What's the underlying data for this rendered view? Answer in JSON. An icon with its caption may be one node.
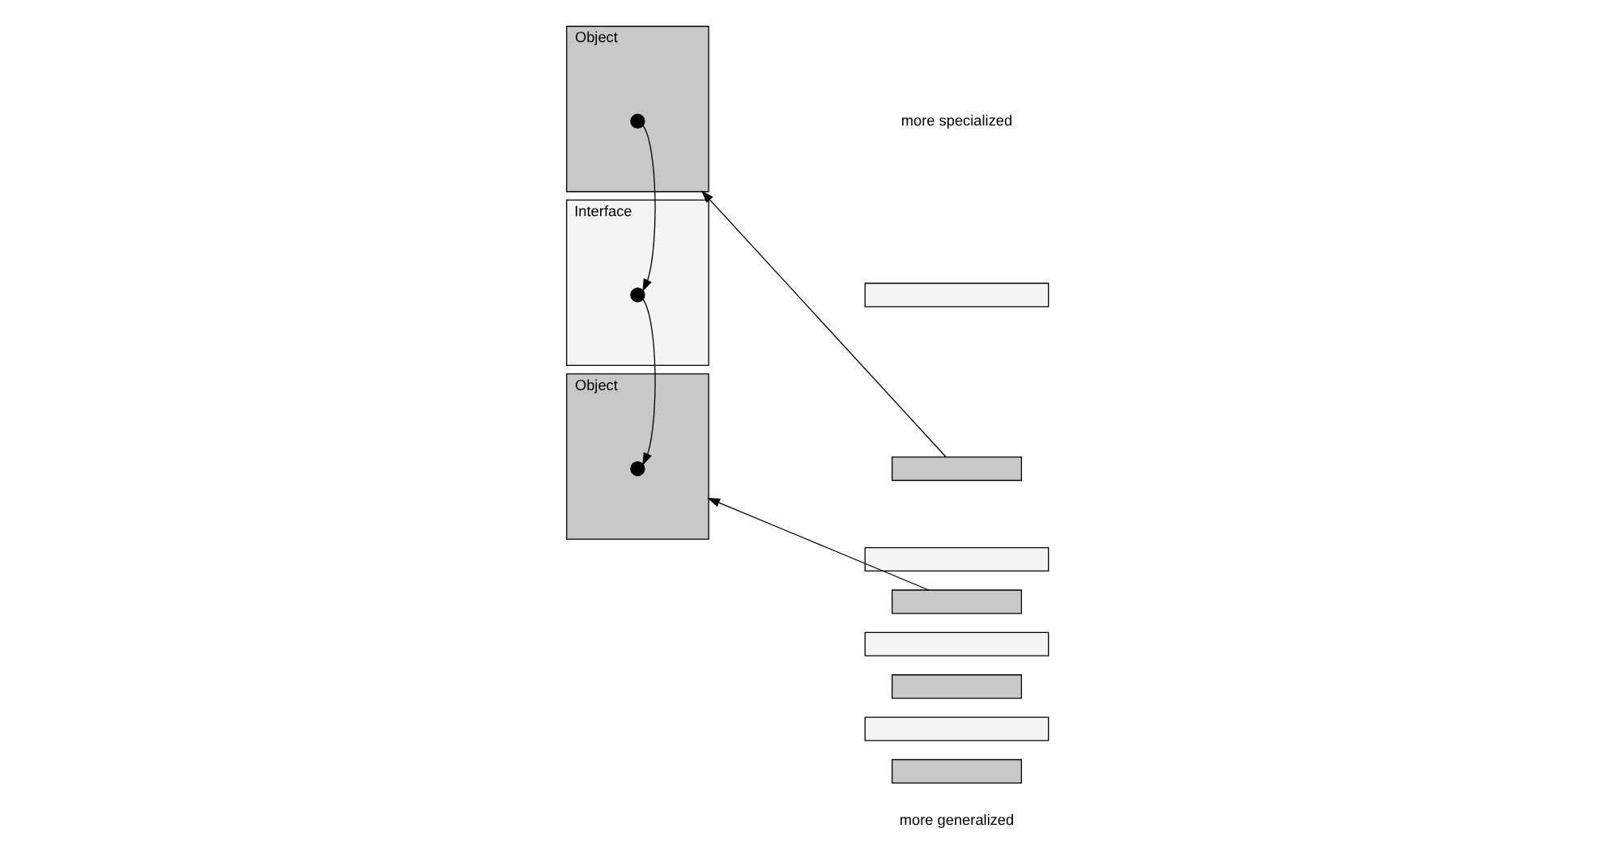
{
  "diagram": {
    "nodes": [
      {
        "text": [
          "Object"
        ]
      },
      {
        "text": [],
        "shape": "circle",
        "in": 0
      },
      {
        "text": [
          "Interface"
        ]
      },
      {
        "text": [],
        "shape": "circle",
        "in": 2
      },
      {
        "text": [
          "Object"
        ]
      },
      {
        "text": [],
        "shape": "circle",
        "in": 4
      },
      {
        "text": [],
        "shape": "bar"
      },
      {
        "text": [],
        "shape": "bar"
      },
      {
        "text": [],
        "shape": "bar"
      },
      {
        "text": [],
        "shape": "bar"
      },
      {
        "text": [],
        "shape": "bar"
      },
      {
        "text": [],
        "shape": "bar"
      },
      {
        "text": [],
        "shape": "bar"
      },
      {
        "text": [],
        "shape": "bar"
      }
    ],
    "edges": [
      {
        "from": 1,
        "to": 3,
        "arrow": "to"
      },
      {
        "from": 3,
        "to": 5,
        "arrow": "to"
      },
      {
        "from": 7,
        "to": 0,
        "arrow": "to"
      },
      {
        "from": 9,
        "to": 4,
        "arrow": "to"
      }
    ],
    "labels": [
      "more specialized",
      "more generalized"
    ]
  }
}
